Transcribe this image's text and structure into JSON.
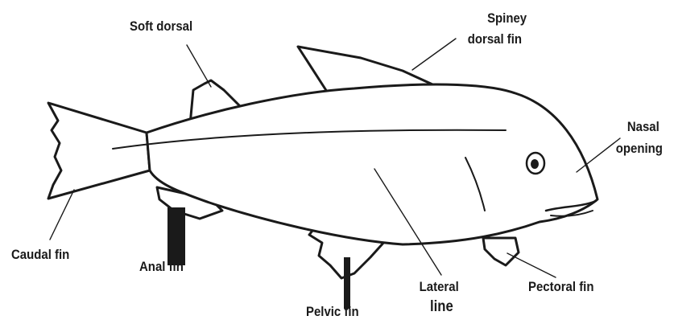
{
  "diagram": {
    "labels": {
      "soft_dorsal": "Soft dorsal",
      "spiney_1": "Spiney",
      "spiney_2": "dorsal fin",
      "nasal_1": "Nasal",
      "nasal_2": "opening",
      "caudal": "Caudal fin",
      "anal": "Anal fin",
      "pelvic": "Pelvic fin",
      "lateral_1": "Lateral",
      "lateral_2": "line",
      "pectoral": "Pectoral fin"
    },
    "colors": {
      "line": "#1a1a1a",
      "fill": "#ffffff",
      "bar": "#1a1a1a"
    }
  }
}
